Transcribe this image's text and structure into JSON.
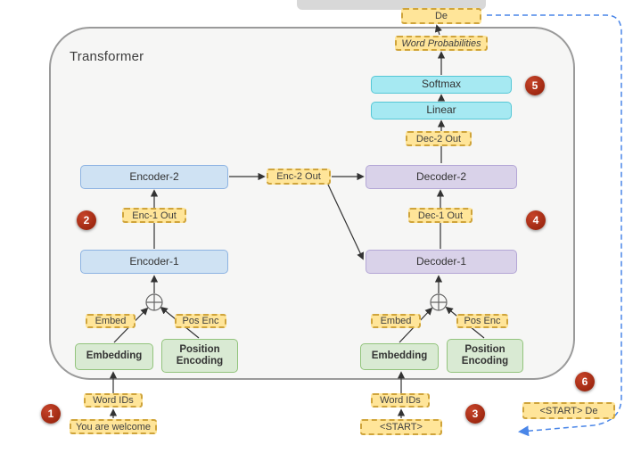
{
  "title": "Transformer",
  "boxes": {
    "encoder1": "Encoder-1",
    "encoder2": "Encoder-2",
    "decoder1": "Decoder-1",
    "decoder2": "Decoder-2",
    "linear": "Linear",
    "softmax": "Softmax",
    "embedding_left": "Embedding",
    "position_encoding_left": "Position Encoding",
    "embedding_right": "Embedding",
    "position_encoding_right": "Position Encoding"
  },
  "stickies": {
    "de_output": "De",
    "word_probabilities": "Word Probabilities",
    "dec2_out": "Dec-2 Out",
    "dec1_out": "Dec-1 Out",
    "enc1_out": "Enc-1 Out",
    "enc2_out": "Enc-2 Out",
    "embed_left": "Embed",
    "pos_enc_left": "Pos Enc",
    "embed_right": "Embed",
    "pos_enc_right": "Pos Enc",
    "word_ids_left": "Word IDs",
    "word_ids_right": "Word IDs",
    "input_sentence": "You are welcome",
    "start_token": "<START>",
    "start_de": "<START> De"
  },
  "badges": {
    "step1": "1",
    "step2": "2",
    "step3": "3",
    "step4": "4",
    "step5": "5",
    "step6": "6"
  },
  "colors": {
    "encoder_fill": "#cfe2f3",
    "decoder_fill": "#d9d2e9",
    "output_layer_fill": "#a6e9f2",
    "embedding_fill": "#d9ead3",
    "sticky_fill": "#ffe599",
    "badge_fill": "#9e2b13",
    "feedback_arrow": "#4a86e8",
    "container_fill": "#f6f6f5"
  }
}
